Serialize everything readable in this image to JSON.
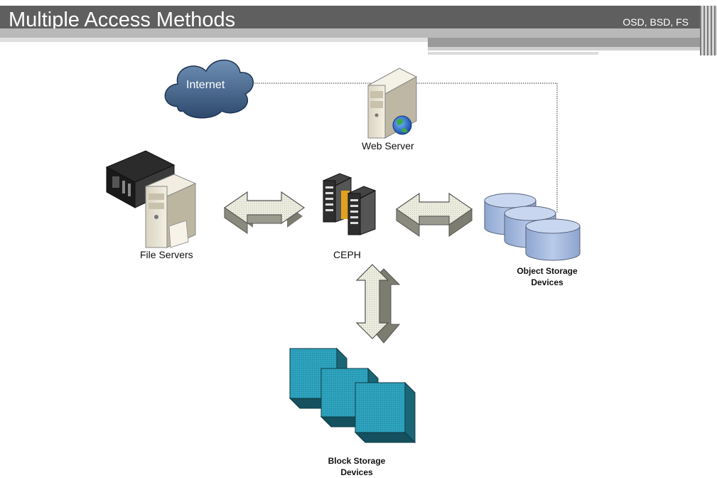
{
  "header": {
    "title": "Multiple Access Methods",
    "subtitle": "OSD, BSD, FS"
  },
  "diagram": {
    "nodes": {
      "internet": "Internet",
      "web_server": "Web Server",
      "file_servers": "File Servers",
      "ceph": "CEPH",
      "object_storage_line1": "Object Storage",
      "object_storage_line2": "Devices",
      "block_storage_line1": "Block Storage",
      "block_storage_line2": "Devices"
    },
    "icons": {
      "internet": "cloud-icon",
      "web_server": "server-tower-icon",
      "file_servers": "file-server-icon",
      "ceph": "server-rack-icon",
      "object_storage": "database-cylinder-icon",
      "block_storage": "block-cube-icon"
    },
    "colors": {
      "header_bg": "#5f5f5f",
      "cloud": "#4a6a8c",
      "arrow_fill": "#eeeee2",
      "arrow_shadow": "#7c7c70",
      "object_storage": "#a9bde0",
      "block_storage": "#2a9bb6"
    }
  }
}
